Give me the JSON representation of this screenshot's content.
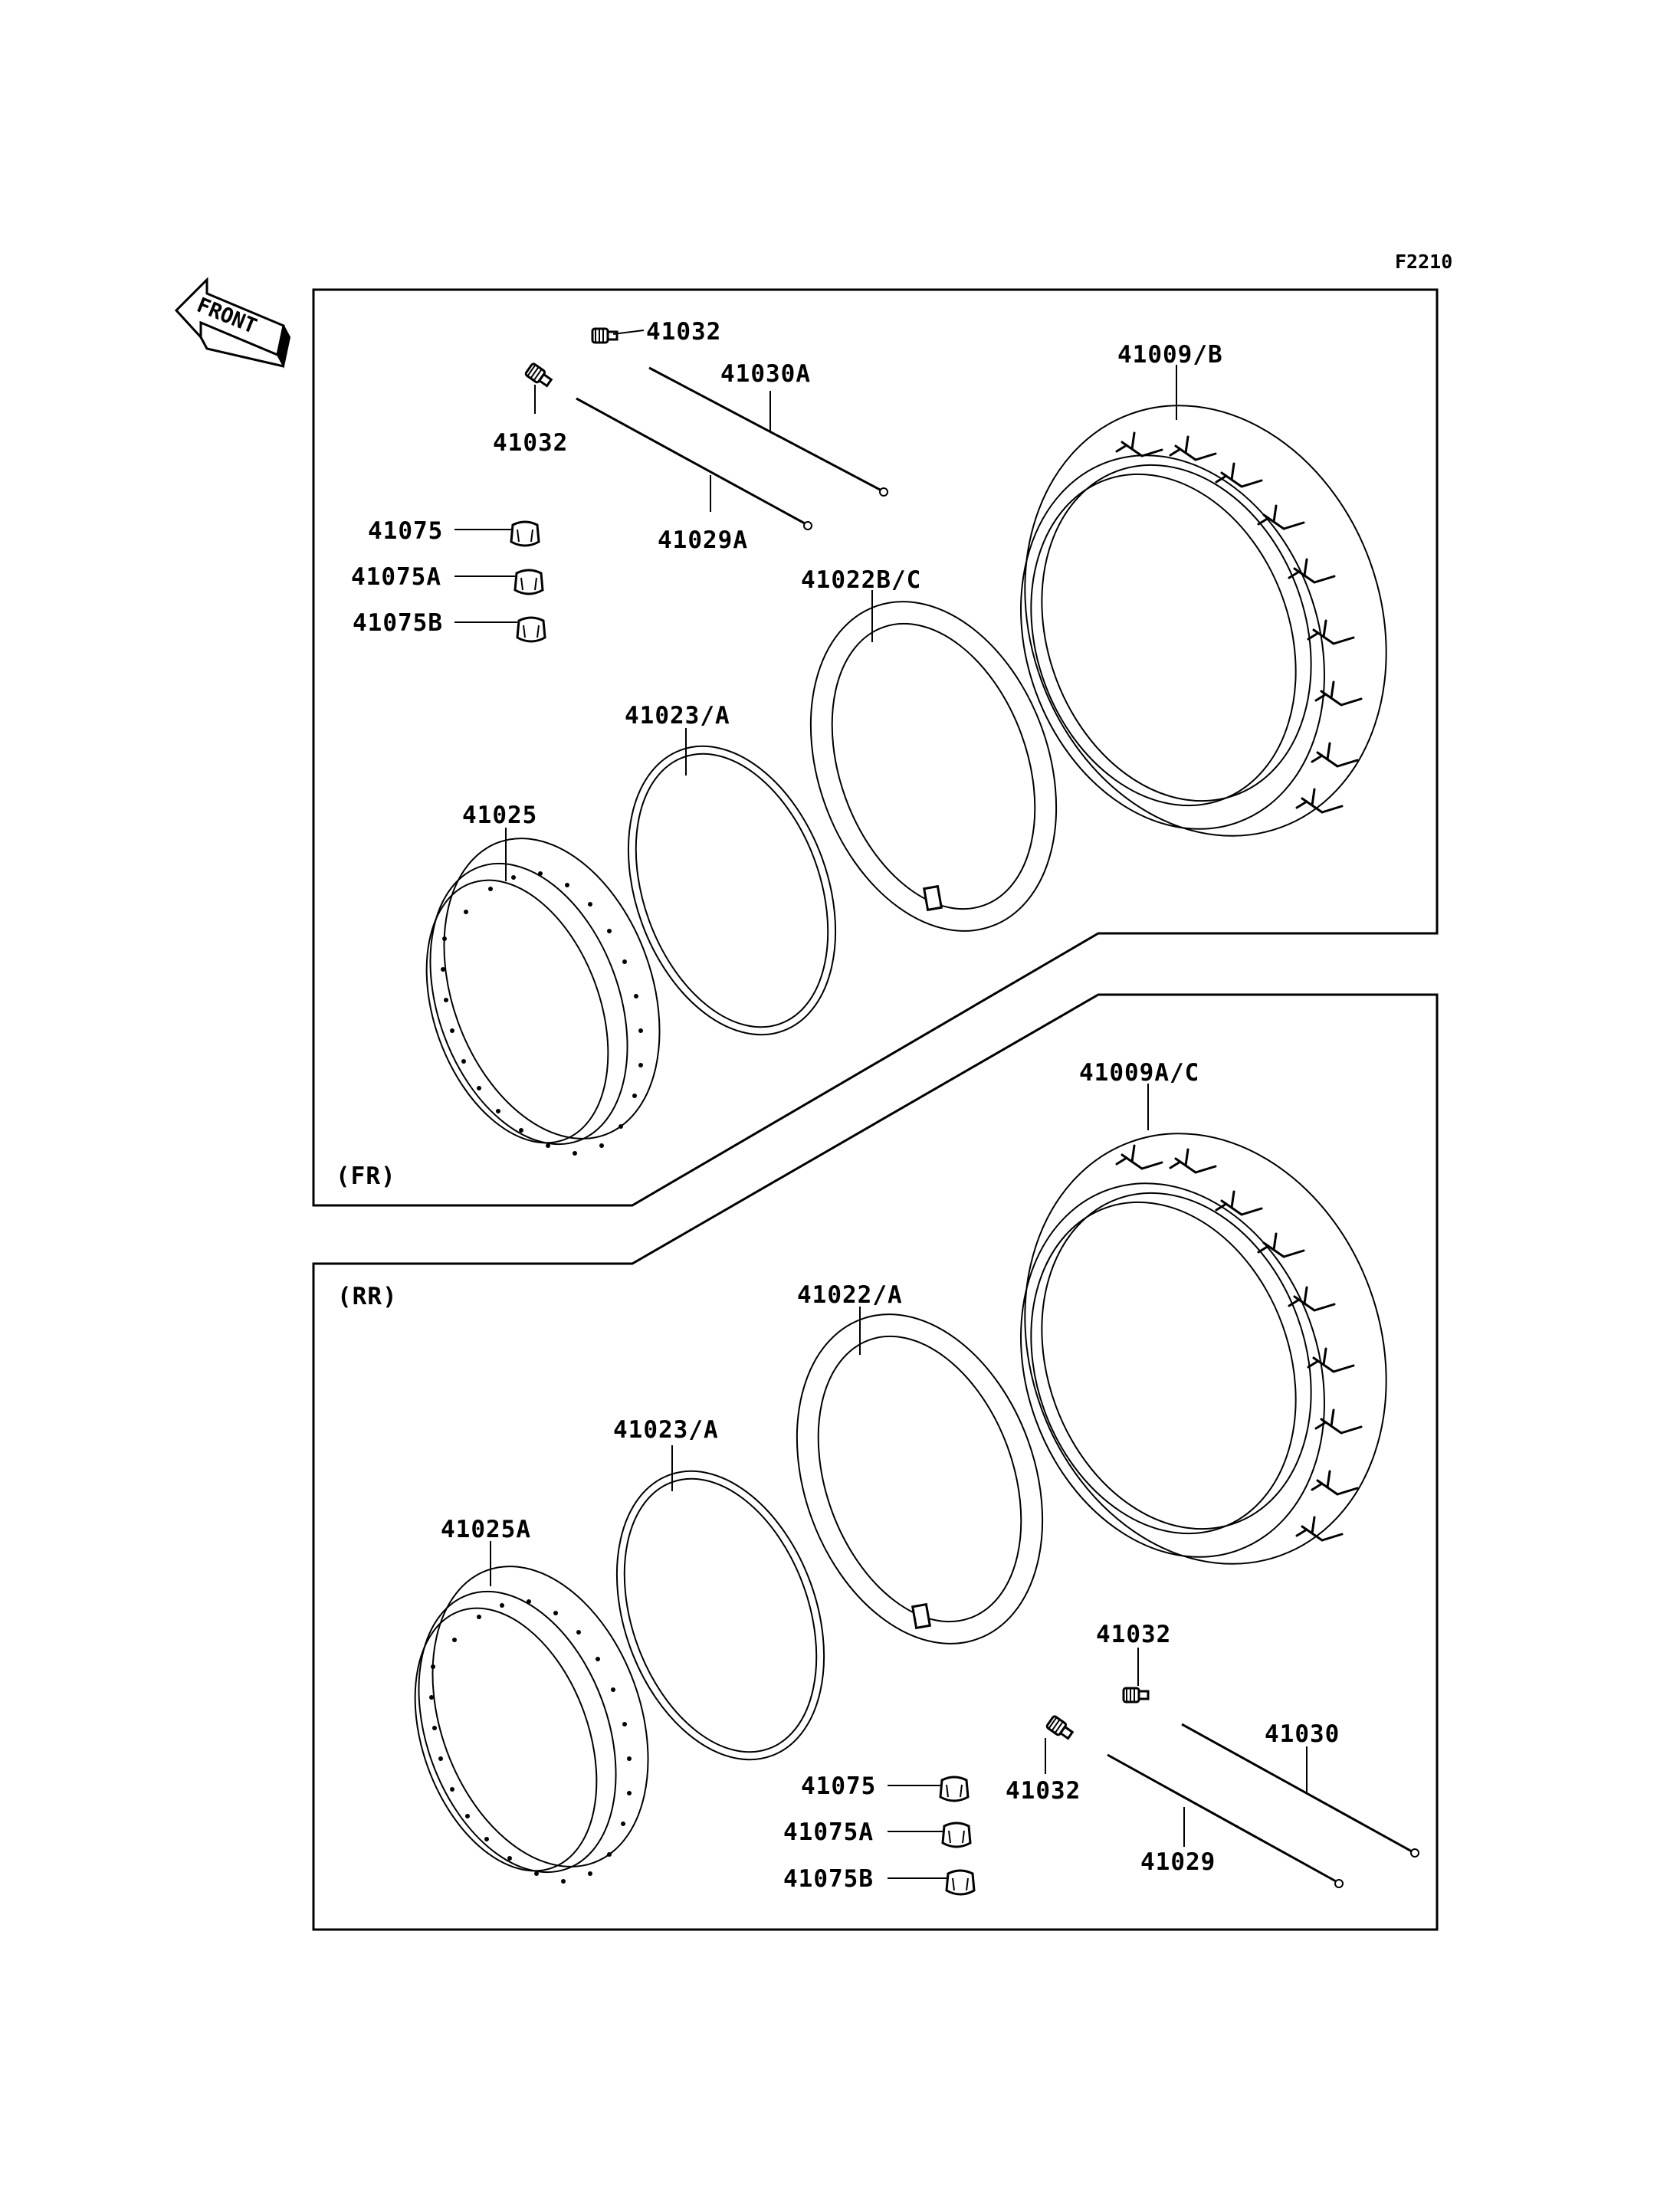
{
  "diagram_code": "F2210",
  "front_label": "FRONT",
  "sections": {
    "front": {
      "title": "(FR)"
    },
    "rear": {
      "title": "(RR)"
    }
  },
  "labels": {
    "fr_valve_a": "41032",
    "fr_valve_b": "41032",
    "fr_spoke_a": "41030A",
    "fr_spoke_b": "41029A",
    "fr_tire": "41009/B",
    "fr_weight": "41075",
    "fr_weight_a": "41075A",
    "fr_weight_b": "41075B",
    "fr_tube": "41022B/C",
    "fr_band": "41023/A",
    "fr_rim": "41025",
    "rr_tire": "41009A/C",
    "rr_tube": "41022/A",
    "rr_band": "41023/A",
    "rr_rim": "41025A",
    "rr_valve_a": "41032",
    "rr_valve_b": "41032",
    "rr_spoke_a": "41030",
    "rr_spoke_b": "41029",
    "rr_weight": "41075",
    "rr_weight_a": "41075A",
    "rr_weight_b": "41075B"
  }
}
